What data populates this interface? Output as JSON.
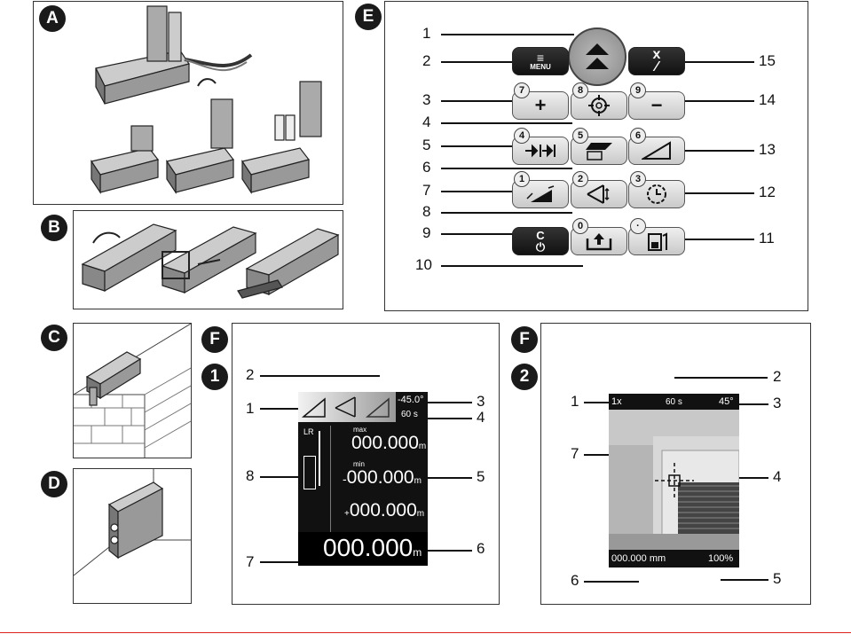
{
  "badges": {
    "a": "A",
    "b": "B",
    "c": "C",
    "d": "D",
    "e": "E",
    "f1": "F",
    "f2": "F",
    "n1": "1",
    "n2": "2"
  },
  "keypad": {
    "callouts_left": [
      "1",
      "2",
      "3",
      "4",
      "5",
      "6",
      "7",
      "8",
      "9",
      "10"
    ],
    "callouts_right": [
      "15",
      "14",
      "13",
      "12",
      "11"
    ],
    "keys": {
      "menu_top": "≡",
      "menu_label": "MENU",
      "xdiv_top": "x",
      "xdiv_bottom": "∕",
      "plus": "+",
      "minus": "−",
      "clear_top": "C",
      "power": "⏻"
    },
    "sub": {
      "plus": "7",
      "target": "8",
      "minus": "9",
      "fromto": "4",
      "area": "5",
      "slope": "6",
      "tilt": "1",
      "indirect": "2",
      "timer": "3",
      "upload": "0",
      "memory": "·"
    }
  },
  "screen1": {
    "callouts": [
      "2",
      "1",
      "3",
      "4",
      "8",
      "5",
      "7",
      "6"
    ],
    "angle": "-45.0°",
    "timer": "60 s",
    "lr": "LR",
    "max_label": "max",
    "max_value": "000.000",
    "min_label": "min",
    "min_sign": "-",
    "min_value": "000.000",
    "plus_sign": "+",
    "sum_value": "000.000",
    "main_value": "000.000",
    "unit": "m"
  },
  "screen2": {
    "callouts": [
      "2",
      "1",
      "3",
      "7",
      "4",
      "6",
      "5"
    ],
    "zoom": "1x",
    "timer": "60 s",
    "angle": "45°",
    "distance": "000.000 mm",
    "battery": "100%"
  }
}
